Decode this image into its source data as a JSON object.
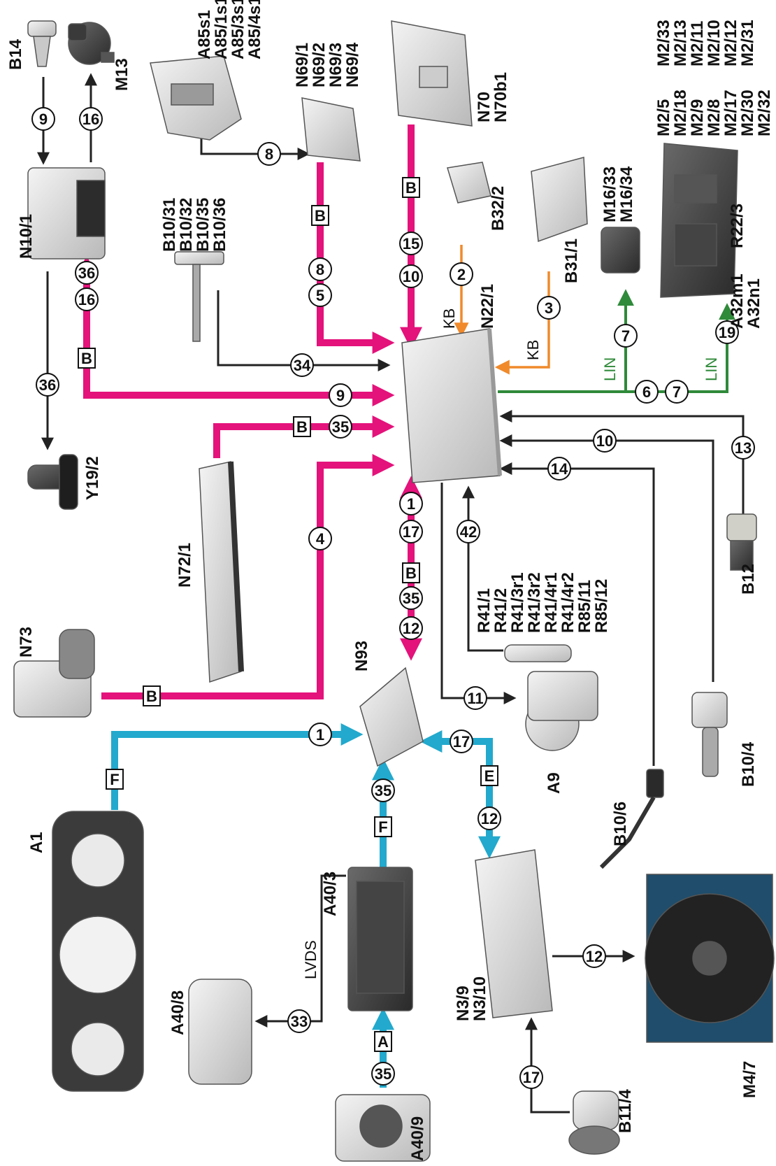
{
  "colors": {
    "pink": "#e4127b",
    "cyan": "#22a9cd",
    "orange": "#f08a2b",
    "green": "#2f8a3a",
    "black": "#222222"
  },
  "components": {
    "B14": "B14",
    "M13": "M13",
    "N10_1": "N10/1",
    "Y19_2": "Y19/2",
    "A85": [
      "A85s1",
      "A85/1s1",
      "A85/3s1",
      "A85/4s1"
    ],
    "N69": [
      "N69/1",
      "N69/2",
      "N69/3",
      "N69/4"
    ],
    "N70": [
      "N70",
      "N70b1"
    ],
    "B32_2": "B32/2",
    "N22_1": "N22/1",
    "B31_1": "B31/1",
    "M16": [
      "M16/33",
      "M16/34"
    ],
    "M2_col1": [
      "M2/5",
      "M2/18",
      "M2/9",
      "M2/8",
      "M2/17",
      "M2/30",
      "M2/32"
    ],
    "M2_col2": [
      "M2/33",
      "M2/13",
      "M2/11",
      "M2/10",
      "M2/12",
      "M2/31"
    ],
    "A32": [
      "A32m1",
      "A32n1"
    ],
    "R22_3": "R22/3",
    "B10": [
      "B10/31",
      "B10/32",
      "B10/35",
      "B10/36"
    ],
    "N72_1": "N72/1",
    "N73": "N73",
    "N93": "N93",
    "R41": [
      "R41/1",
      "R41/2",
      "R41/3r1",
      "R41/3r2",
      "R41/4r1",
      "R41/4r2",
      "R85/11",
      "R85/12"
    ],
    "B12": "B12",
    "A9": "A9",
    "B10_4": "B10/4",
    "B10_6": "B10/6",
    "A1": "A1",
    "A40_3": "A40/3",
    "A40_8": "A40/8",
    "A40_9": "A40/9",
    "N3": [
      "N3/9",
      "N3/10"
    ],
    "B11_4": "B11/4",
    "M4_7": "M4/7"
  },
  "signal_labels": {
    "KB": "KB",
    "LIN": "LIN",
    "LVDS": "LVDS"
  },
  "bus_labels": {
    "A": "A",
    "B": "B",
    "E": "E",
    "F": "F"
  },
  "signals": {
    "n1": "1",
    "n2": "2",
    "n3": "3",
    "n4": "4",
    "n5": "5",
    "n6": "6",
    "n7": "7",
    "n8": "8",
    "n9": "9",
    "n10": "10",
    "n11": "11",
    "n12": "12",
    "n13": "13",
    "n14": "14",
    "n15": "15",
    "n16": "16",
    "n17": "17",
    "n19": "19",
    "n33": "33",
    "n34": "34",
    "n35": "35",
    "n36": "36",
    "n42": "42"
  }
}
